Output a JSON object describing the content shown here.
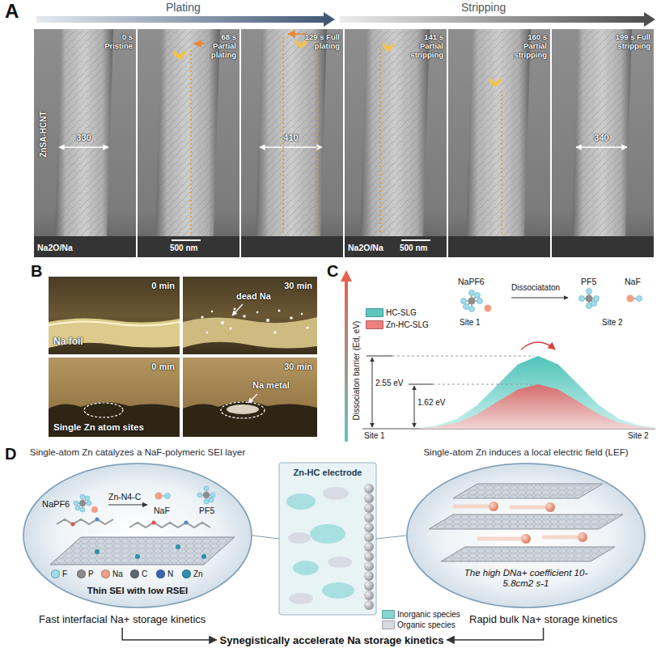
{
  "diagram": {
    "nodes": [
      {
        "text": [
          "0 s Pristine",
          "ZnSA-HCNT",
          "330"
        ]
      },
      {
        "text": [
          "68 s Partial plating"
        ]
      },
      {
        "text": [
          "129 s Full plating",
          "410"
        ]
      },
      {
        "text": [
          "141 s Partial stripping"
        ]
      },
      {
        "text": [
          "160 s Partial stripping"
        ]
      },
      {
        "text": [
          "199 s Full stripping",
          "340"
        ]
      },
      {
        "text": [
          "0 min",
          "Na foil"
        ]
      },
      {
        "text": [
          "30 min",
          "dead Na"
        ]
      },
      {
        "text": [
          "0 min",
          "Single Zn atom sites"
        ]
      },
      {
        "text": [
          "30 min",
          "Na metal"
        ]
      },
      {
        "text": [
          "Single-atom Zn catalyzes a NaF-polymeric SEI layer",
          "NaPF6",
          "Zn-N4-C",
          "NaF",
          "PF5",
          "Thin SEI with low RSEI"
        ]
      },
      {
        "text": [
          "Zn-HC electrode"
        ]
      },
      {
        "text": [
          "Single-atom Zn induces a local electric field (LEF)",
          "The high DNa+ coefficient 10-5.8cm2 s-1"
        ]
      },
      {
        "text": [
          "Fast interfacial Na+ storage kinetics"
        ]
      },
      {
        "text": [
          "Rapid bulk Na+ storage kinetics"
        ]
      },
      {
        "text": [
          "Synegistically accelerate Na storage kinetics"
        ]
      }
    ],
    "edges": [
      {
        "from": 10,
        "to": 11,
        "arrow": "none"
      },
      {
        "from": 12,
        "to": 11,
        "arrow": "none"
      },
      {
        "from": 13,
        "to": 15,
        "arrow": "to"
      },
      {
        "from": 14,
        "to": 15,
        "arrow": "to"
      }
    ],
    "labels": [
      "A",
      "Plating",
      "Stripping",
      "Na2O/Na",
      "500 nm",
      "Na2O/Na",
      "500 nm",
      "B",
      "C",
      "Dissociaton barrier (Ed, eV)",
      "NaPF6",
      "Dissociataton",
      "PF5",
      "NaF",
      "Site 1",
      "Site 2",
      "2.55 eV",
      "1.62 eV",
      "Site 1",
      "Site 2",
      "D"
    ],
    "legend": [
      {
        "text": "HC-SLG",
        "color": "#5cc8c0"
      },
      {
        "text": "Zn-HC-SLG",
        "color": "#ee8080"
      },
      {
        "text": "F",
        "color": "#9fdcec"
      },
      {
        "text": "P",
        "color": "#8c8c8c"
      },
      {
        "text": "Na",
        "color": "#eda086"
      },
      {
        "text": "C",
        "color": "#5e6670"
      },
      {
        "text": "N",
        "color": "#3e64b0"
      },
      {
        "text": "Zn",
        "color": "#2e8fae"
      },
      {
        "text": "Inorganic species",
        "color": "#86d4d4"
      },
      {
        "text": "Organic species",
        "color": "#d8dbe3"
      }
    ]
  }
}
